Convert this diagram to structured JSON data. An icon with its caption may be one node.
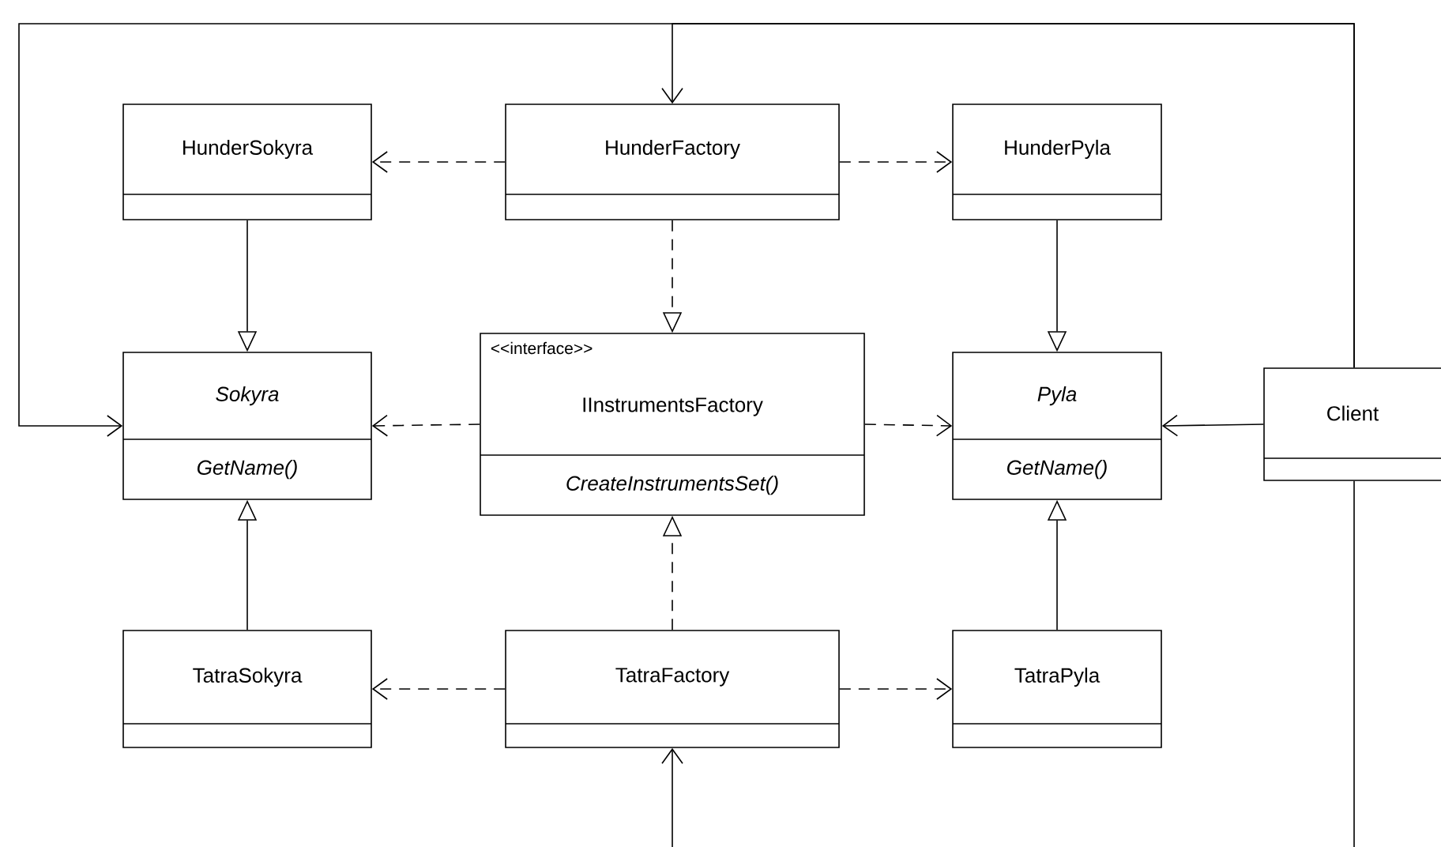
{
  "diagram": {
    "nodes": [
      {
        "text": [
          "HunderSokyra"
        ]
      },
      {
        "text": [
          "HunderFactory"
        ]
      },
      {
        "text": [
          "HunderPyla"
        ]
      },
      {
        "text": [
          "Sokyra",
          "GetName()"
        ]
      },
      {
        "text": [
          "<<interface>>",
          "IInstrumentsFactory",
          "CreateInstrumentsSet()"
        ]
      },
      {
        "text": [
          "Pyla",
          "GetName()"
        ]
      },
      {
        "text": [
          "Client"
        ]
      },
      {
        "text": [
          "TatraSokyra"
        ]
      },
      {
        "text": [
          "TatraFactory"
        ]
      },
      {
        "text": [
          "TatraPyla"
        ]
      }
    ],
    "edges": [
      {
        "from": 1,
        "to": 0,
        "arrow": "to",
        "style": "dashed"
      },
      {
        "from": 1,
        "to": 2,
        "arrow": "to",
        "style": "dashed"
      },
      {
        "from": 0,
        "to": 3,
        "arrow": "to"
      },
      {
        "from": 2,
        "to": 5,
        "arrow": "to"
      },
      {
        "from": 1,
        "to": 4,
        "arrow": "to",
        "style": "dashed"
      },
      {
        "from": 4,
        "to": 3,
        "arrow": "to",
        "style": "dashed"
      },
      {
        "from": 4,
        "to": 5,
        "arrow": "to",
        "style": "dashed"
      },
      {
        "from": 7,
        "to": 3,
        "arrow": "to"
      },
      {
        "from": 9,
        "to": 5,
        "arrow": "to"
      },
      {
        "from": 8,
        "to": 4,
        "arrow": "to",
        "style": "dashed"
      },
      {
        "from": 8,
        "to": 7,
        "arrow": "to",
        "style": "dashed"
      },
      {
        "from": 8,
        "to": 9,
        "arrow": "to",
        "style": "dashed"
      },
      {
        "from": 6,
        "to": 5,
        "arrow": "to"
      },
      {
        "from": 6,
        "to": 3,
        "arrow": "to"
      },
      {
        "from": 6,
        "to": 1,
        "arrow": "to"
      },
      {
        "from": 6,
        "to": 8,
        "arrow": "to"
      }
    ]
  }
}
